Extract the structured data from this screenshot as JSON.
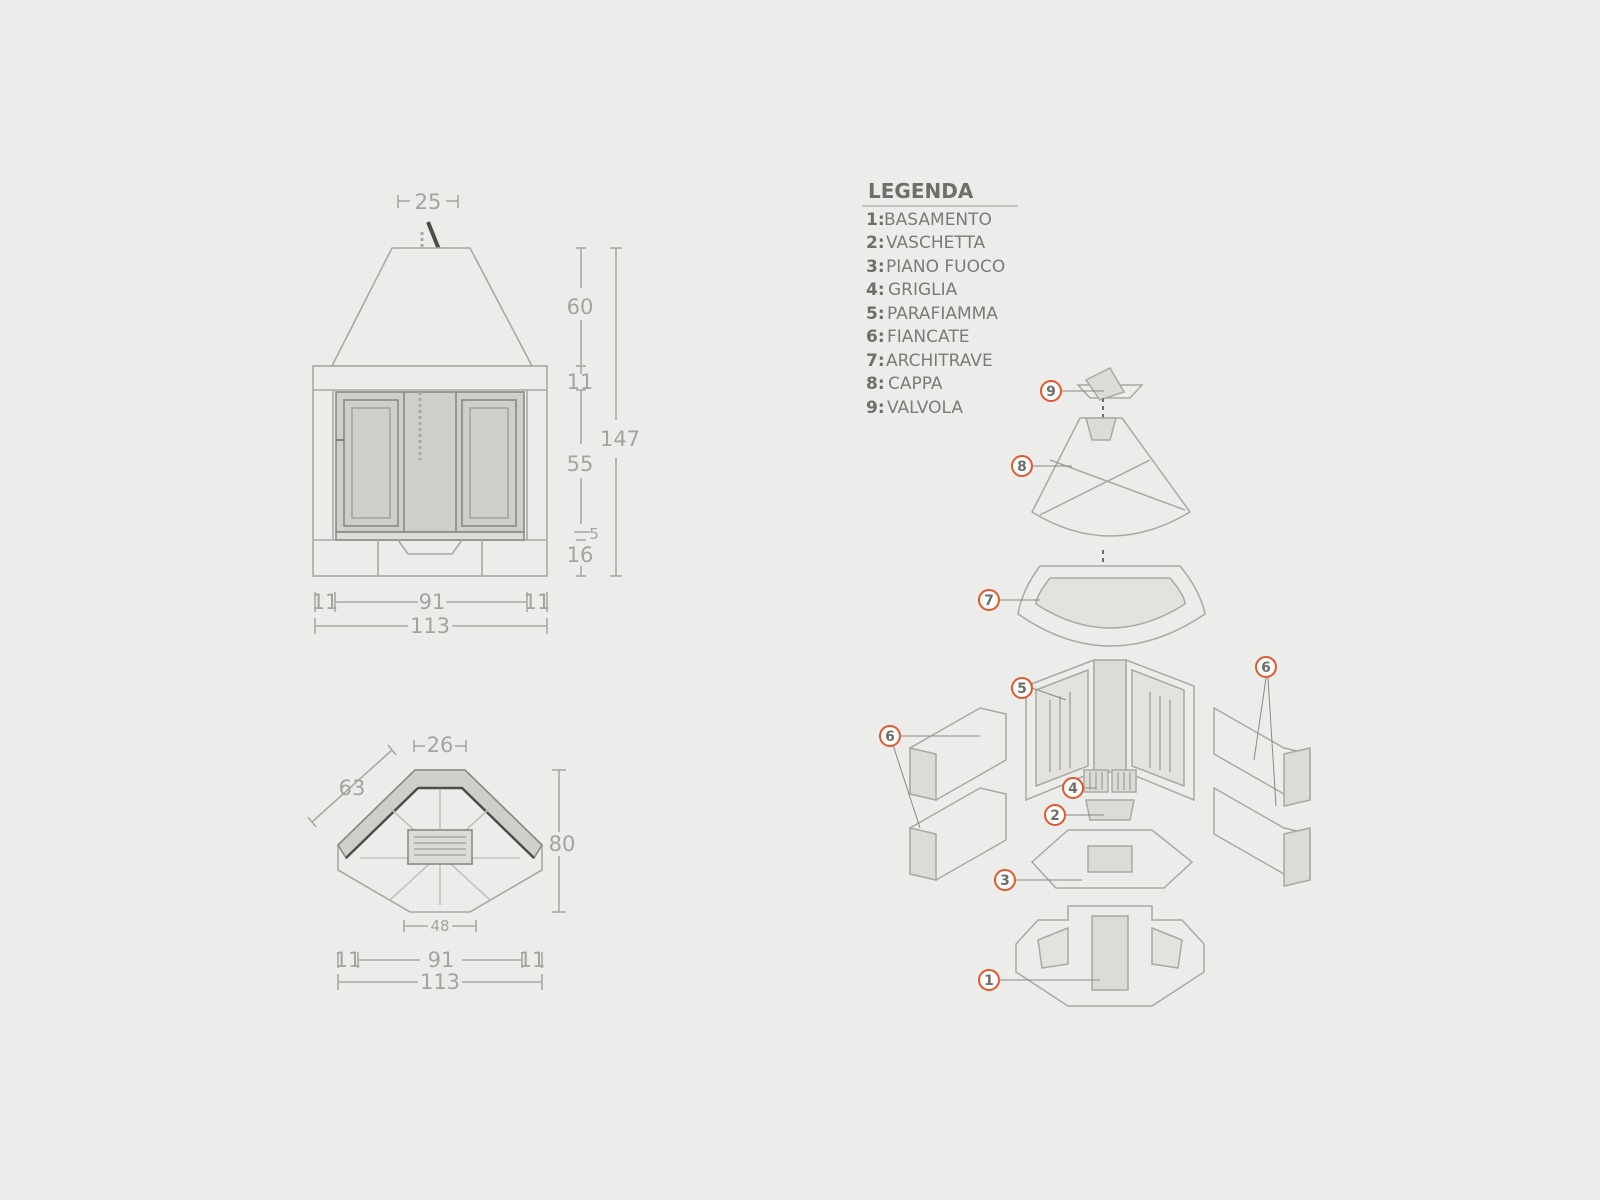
{
  "front_view": {
    "dim_flue_width": "25",
    "dim_hood_height": "60",
    "dim_lintel_height": "11",
    "dim_opening_height": "55",
    "dim_hearth_step": "5",
    "dim_base_height": "16",
    "dim_total_height": "147",
    "dim_side_left": "11",
    "dim_opening_width": "91",
    "dim_side_right": "11",
    "dim_total_width": "113"
  },
  "plan_view": {
    "dim_flue_width": "26",
    "dim_diagonal_depth": "63",
    "dim_depth": "80",
    "dim_back_width": "48",
    "dim_side_left": "11",
    "dim_opening_width": "91",
    "dim_side_right": "11",
    "dim_total_width": "113"
  },
  "legend": {
    "title": "LEGENDA",
    "items": [
      {
        "num": "1:",
        "label": "BASAMENTO"
      },
      {
        "num": "2:",
        "label": "VASCHETTA"
      },
      {
        "num": "3:",
        "label": "PIANO FUOCO"
      },
      {
        "num": "4:",
        "label": "GRIGLIA"
      },
      {
        "num": "5:",
        "label": "PARAFIAMMA"
      },
      {
        "num": "6:",
        "label": "FIANCATE"
      },
      {
        "num": "7:",
        "label": "ARCHITRAVE"
      },
      {
        "num": "8:",
        "label": "CAPPA"
      },
      {
        "num": "9:",
        "label": "VALVOLA"
      }
    ]
  },
  "callouts": {
    "c1": "1",
    "c2": "2",
    "c3": "3",
    "c4": "4",
    "c5": "5",
    "c6a": "6",
    "c6b": "6",
    "c7": "7",
    "c8": "8",
    "c9": "9"
  },
  "colors": {
    "background": "#ececea",
    "line": "#a9a8a4",
    "panel_fill": "#cfcecb",
    "accent": "#e2582b"
  }
}
